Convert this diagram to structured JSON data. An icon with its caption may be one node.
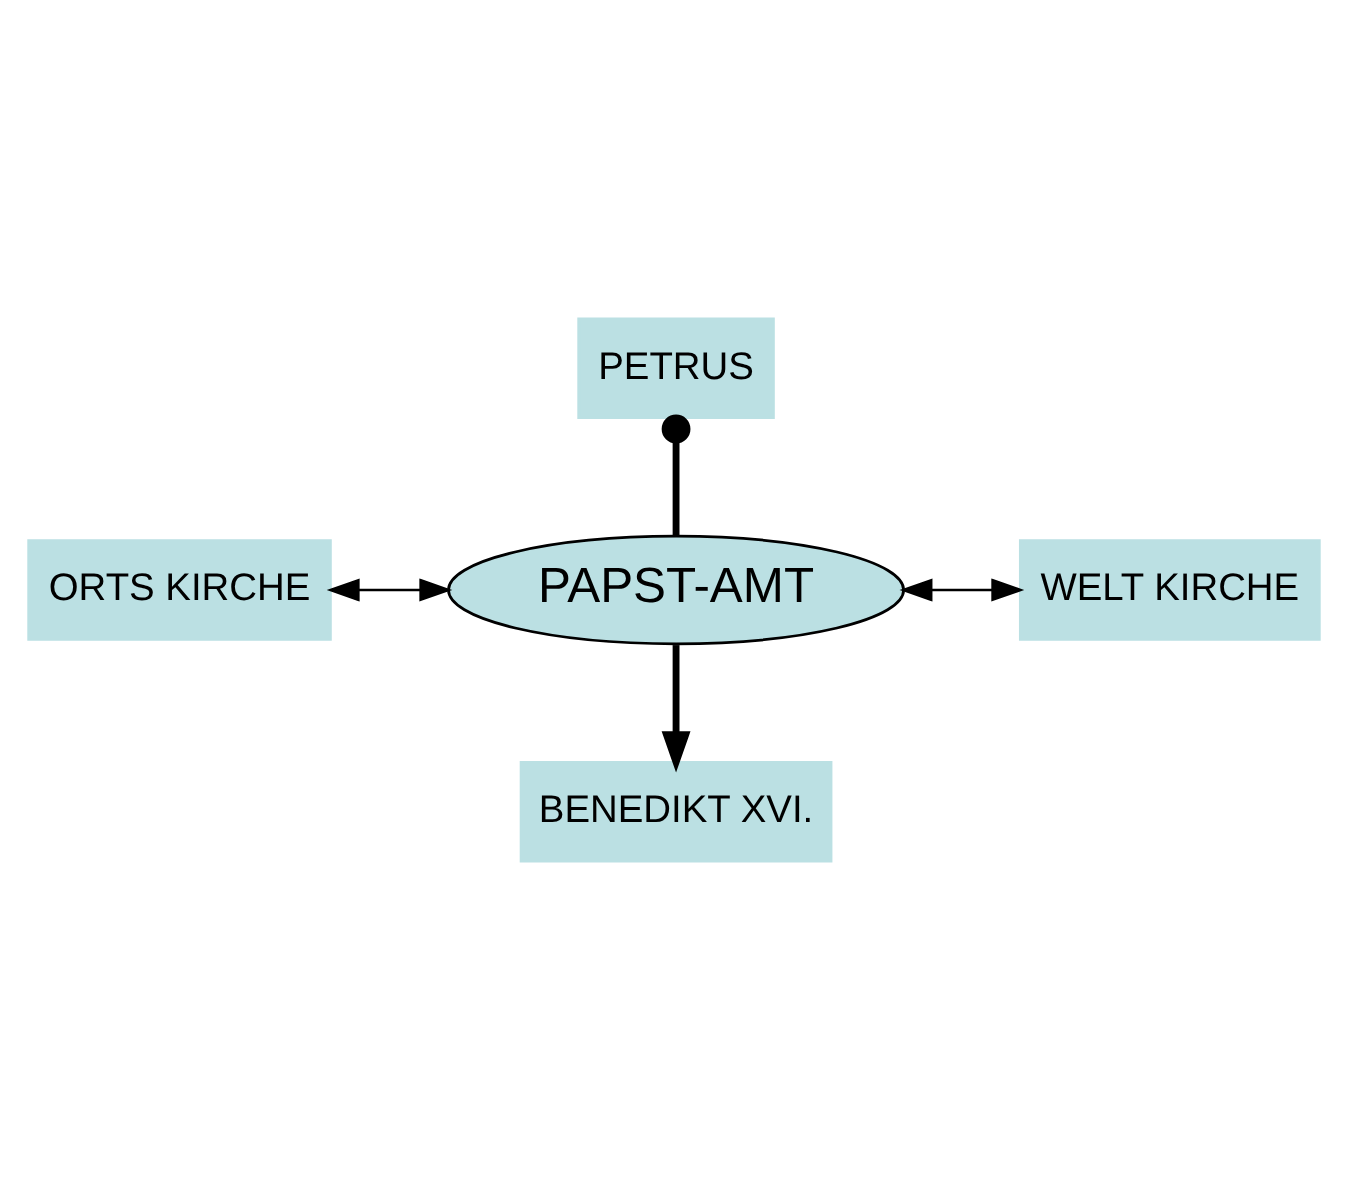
{
  "diagram": {
    "nodes": [
      {
        "text": [
          "PETRUS"
        ]
      },
      {
        "text": [
          "ORTS KIRCHE"
        ]
      },
      {
        "text": [
          "PAPST-AMT"
        ]
      },
      {
        "text": [
          "WELT KIRCHE"
        ]
      },
      {
        "text": [
          "BENEDIKT XVI."
        ]
      }
    ],
    "edges": [
      {
        "from": 2,
        "to": 0,
        "arrow": "other",
        "style": "thick"
      },
      {
        "from": 1,
        "to": 2,
        "arrow": "both"
      },
      {
        "from": 2,
        "to": 3,
        "arrow": "both"
      },
      {
        "from": 2,
        "to": 4,
        "arrow": "to",
        "style": "thick"
      }
    ]
  }
}
